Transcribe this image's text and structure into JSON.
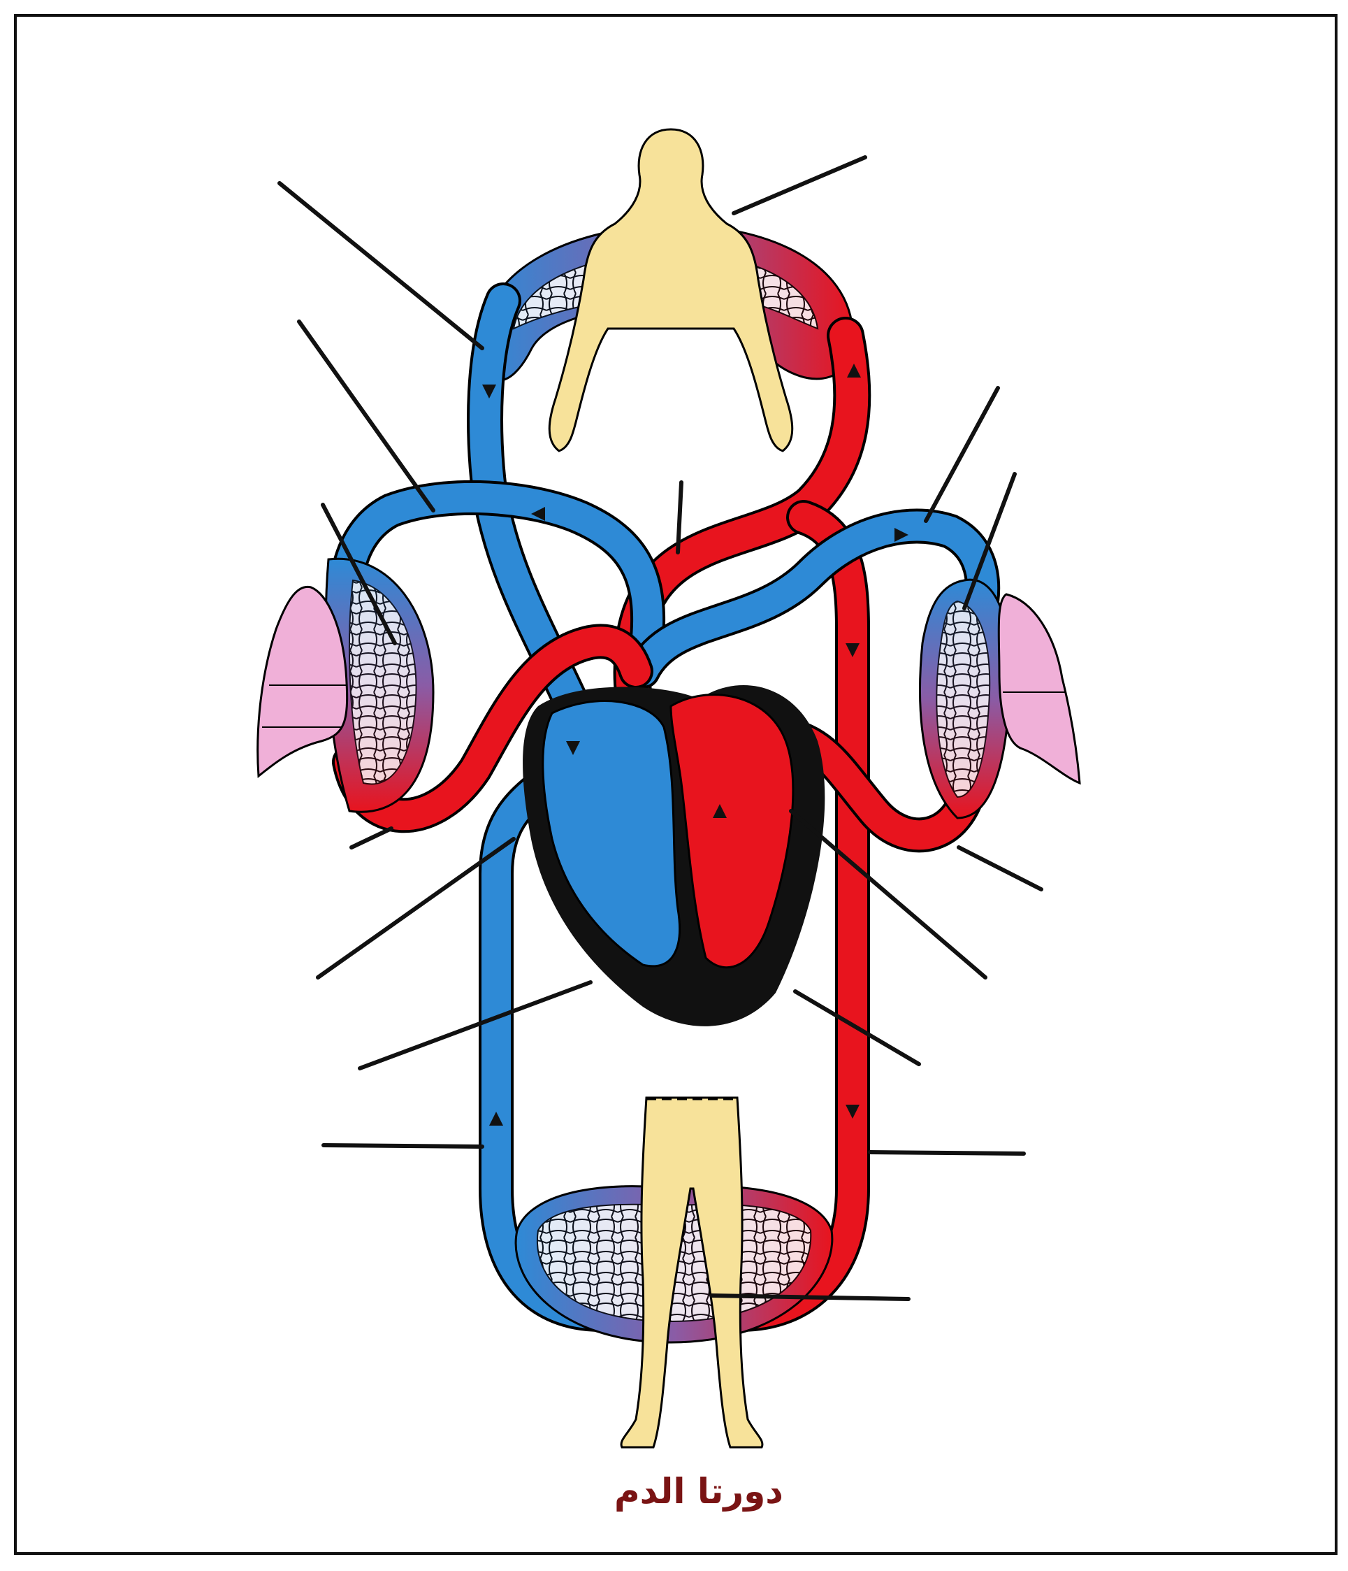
{
  "caption": "دورتا الدم",
  "colors": {
    "artery": "#e8141e",
    "vein": "#2e8ad6",
    "mixed": "#8a5ca6",
    "skin": "#f7e29a",
    "lung": "#f0b0d8",
    "heart_wall": "#111111",
    "leader": "#111111",
    "caption": "#7a1414",
    "frame": "#111111"
  },
  "icons": [
    "upper-body-figure",
    "lower-body-figure",
    "left-lung",
    "right-lung",
    "heart",
    "capillary-network"
  ],
  "label_lines": 16
}
